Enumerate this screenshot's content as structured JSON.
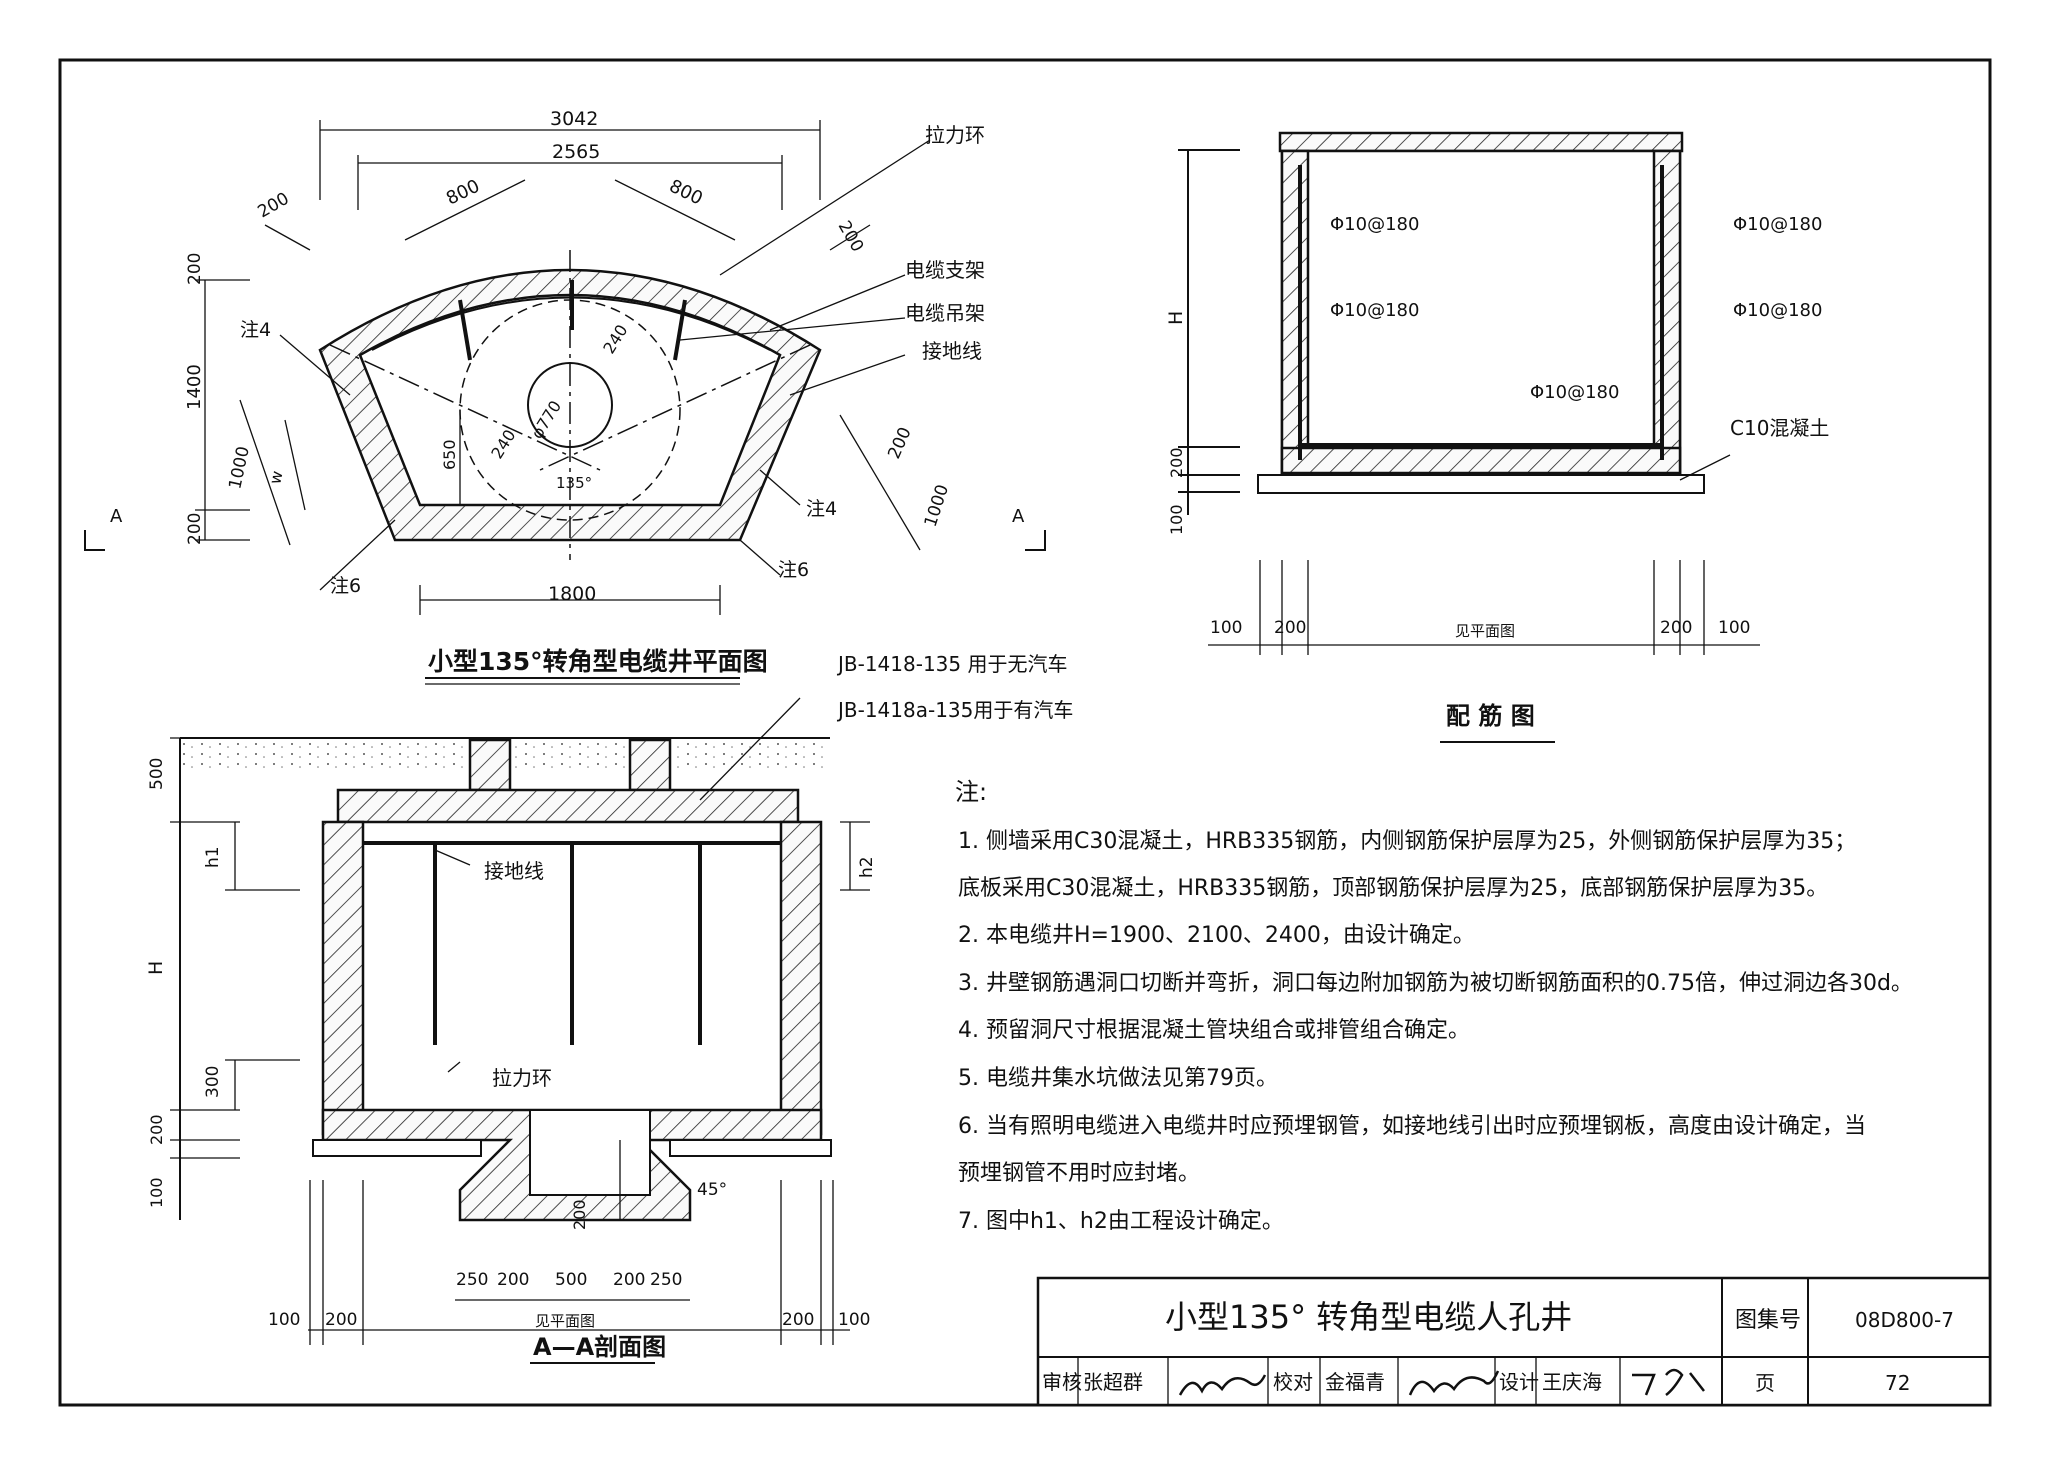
{
  "plan": {
    "title": "小型135°转角型电缆井平面图",
    "dim_3042": "3042",
    "dim_2565": "2565",
    "dim_800a": "800",
    "dim_800b": "800",
    "dim_200_tl": "200",
    "dim_200_tr": "200",
    "dim_200_vt": "200",
    "dim_1400": "1400",
    "dim_200_vb": "200",
    "dim_1000_l": "1000",
    "dim_w": "w",
    "dim_1000_r": "1000",
    "dim_200_r": "200",
    "dim_1800": "1800",
    "dim_650": "650",
    "dim_240a": "240",
    "dim_240b": "240",
    "dim_phi770": "φ770",
    "angle_135": "135°",
    "note4_l": "注4",
    "note4_r": "注4",
    "note6_l": "注6",
    "note6_r": "注6",
    "section_mark_l": "A",
    "section_mark_r": "A",
    "label_pull_ring": "拉力环",
    "label_cable_support": "电缆支架",
    "label_cable_hanger": "电缆吊架",
    "label_ground_wire": "接地线"
  },
  "rebar": {
    "title": "配  筋  图",
    "rebar_1": "Φ10@180",
    "rebar_2": "Φ10@180",
    "rebar_3": "Φ10@180",
    "rebar_4": "Φ10@180",
    "rebar_5": "Φ10@180",
    "concrete": "C10混凝土",
    "dim_H": "H",
    "dim_200": "200",
    "dim_100": "100",
    "b_100a": "100",
    "b_200a": "200",
    "b_see_plan": "见平面图",
    "b_200b": "200",
    "b_100b": "100"
  },
  "section": {
    "title": "A—A剖面图",
    "cover1": "JB-1418-135  用于无汽车",
    "cover2": "JB-1418a-135用于有汽车",
    "dim_500": "500",
    "dim_h1": "h1",
    "dim_h2": "h2",
    "dim_H": "H",
    "dim_300": "300",
    "dim_200": "200",
    "dim_100": "100",
    "dim_200_sump": "200",
    "angle_45": "45°",
    "label_ground": "接地线",
    "label_pull": "拉力环",
    "b_250a": "250",
    "b_200a": "200",
    "b_500": "500",
    "b_200b": "200",
    "b_250b": "250",
    "b_100a": "100",
    "b_200c": "200",
    "b_see_plan": "见平面图",
    "b_200d": "200",
    "b_100b": "100"
  },
  "notes": {
    "heading": "注:",
    "items": [
      "1.  侧墙采用C30混凝土，HRB335钢筋，内侧钢筋保护层厚为25，外侧钢筋保护层厚为35；",
      "     底板采用C30混凝土，HRB335钢筋，顶部钢筋保护层厚为25，底部钢筋保护层厚为35。",
      "2.  本电缆井H=1900、2100、2400，由设计确定。",
      "3.  井壁钢筋遇洞口切断并弯折，洞口每边附加钢筋为被切断钢筋面积的0.75倍，伸过洞边各30d。",
      "4.  预留洞尺寸根据混凝土管块组合或排管组合确定。",
      "5.  电缆井集水坑做法见第79页。",
      "6.  当有照明电缆进入电缆井时应预埋钢管，如接地线引出时应预埋钢板，高度由设计确定，当",
      "     预埋钢管不用时应封堵。",
      "7.  图中h1、h2由工程设计确定。"
    ]
  },
  "titleblock": {
    "title": "小型135° 转角型电缆人孔井",
    "atlas_label": "图集号",
    "atlas_no": "08D800-7",
    "review": "审核",
    "reviewer": "张超群",
    "check": "校对",
    "checker": "金福青",
    "design": "设计",
    "designer": "王庆海",
    "page_label": "页",
    "page_no": "72"
  }
}
